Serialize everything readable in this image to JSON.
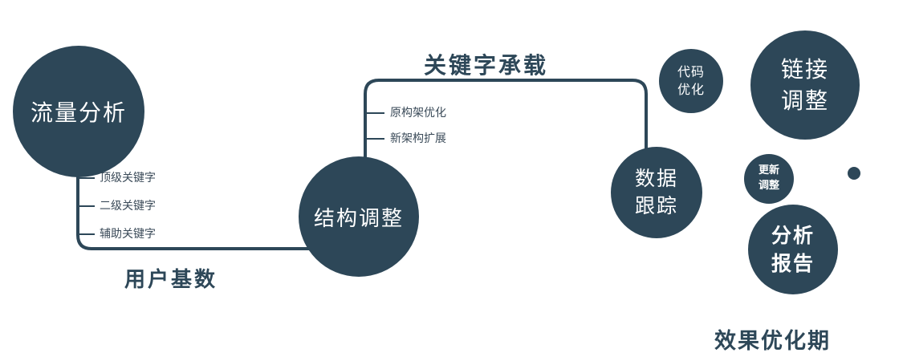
{
  "colors": {
    "primary": "#2d4758",
    "text_on_circle": "#ffffff",
    "background": "#ffffff"
  },
  "nodes": {
    "traffic_analysis": {
      "label": "流量分析"
    },
    "structure_adjust": {
      "label": "结构调整"
    },
    "data_tracking": {
      "lines": [
        "数据",
        "跟踪"
      ]
    },
    "code_optimization": {
      "lines": [
        "代码",
        "优化"
      ]
    },
    "link_adjustment": {
      "lines": [
        "链接",
        "调整"
      ]
    },
    "update_adjustment": {
      "lines": [
        "更新",
        "调整"
      ]
    },
    "analysis_report": {
      "lines": [
        "分析",
        "报告"
      ]
    }
  },
  "edge_labels": {
    "user_base": "用户基数",
    "keyword_carrying": "关键字承载"
  },
  "traffic_branches": [
    "顶级关键字",
    "二级关键字",
    "辅助关键字"
  ],
  "structure_branches": [
    "原构架优化",
    "新架构扩展"
  ],
  "footer_label": "效果优化期"
}
